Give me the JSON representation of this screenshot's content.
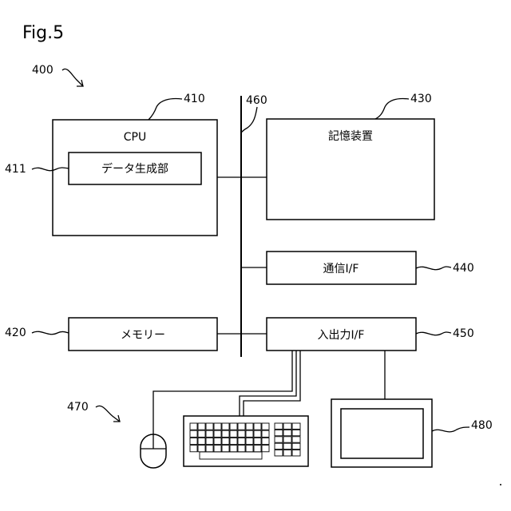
{
  "figure_title": "Fig.5",
  "refs": {
    "system": "400",
    "cpu": "410",
    "data_gen": "411",
    "memory": "420",
    "storage": "430",
    "comm_if": "440",
    "io_if": "450",
    "bus": "460",
    "input_devices": "470",
    "display": "480"
  },
  "blocks": {
    "cpu": "CPU",
    "data_gen": "データ生成部",
    "memory": "メモリー",
    "storage": "記憶装置",
    "comm_if": "通信I/F",
    "io_if": "入出力I/F"
  },
  "devices": {
    "mouse": "mouse-icon",
    "keyboard": "keyboard-icon",
    "monitor": "monitor-icon"
  }
}
